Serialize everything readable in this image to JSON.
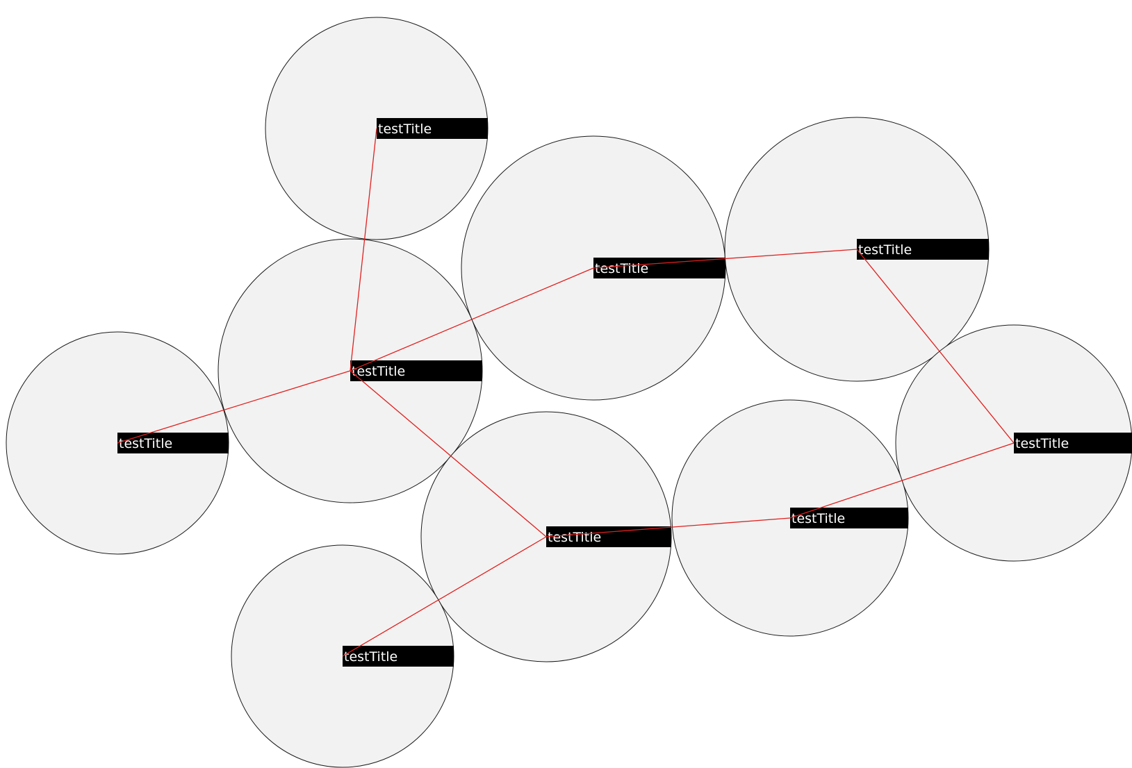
{
  "diagram": {
    "nodes": [
      {
        "id": "n1",
        "title": "testTitle"
      },
      {
        "id": "n2",
        "title": "testTitle"
      },
      {
        "id": "n3",
        "title": "testTitle"
      },
      {
        "id": "n4",
        "title": "testTitle"
      },
      {
        "id": "n5",
        "title": "testTitle"
      },
      {
        "id": "n6",
        "title": "testTitle"
      },
      {
        "id": "n7",
        "title": "testTitle"
      },
      {
        "id": "n8",
        "title": "testTitle"
      },
      {
        "id": "n9",
        "title": "testTitle"
      },
      {
        "id": "n10",
        "title": "testTitle"
      }
    ],
    "edges": [
      {
        "from": "n2",
        "to": "n1"
      },
      {
        "from": "n2",
        "to": "n3"
      },
      {
        "from": "n3",
        "to": "n4"
      },
      {
        "from": "n4",
        "to": "n5"
      },
      {
        "from": "n2",
        "to": "n6"
      },
      {
        "from": "n2",
        "to": "n7"
      },
      {
        "from": "n7",
        "to": "n8"
      },
      {
        "from": "n7",
        "to": "n9"
      },
      {
        "from": "n9",
        "to": "n10"
      }
    ],
    "colors": {
      "node_fill": "#f2f2f2",
      "node_stroke": "#1a1a1a",
      "edge": "#e0201e",
      "label_bg": "#000000",
      "label_text": "#ffffff"
    }
  }
}
